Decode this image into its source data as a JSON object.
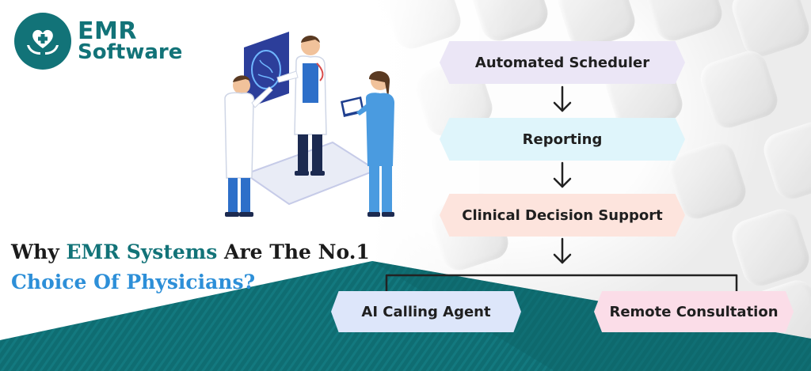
{
  "logo": {
    "line1": "EMR",
    "line2": "Software",
    "icon": "heart-in-hands-icon",
    "color": "#127378"
  },
  "heading": {
    "part1": "Why ",
    "part2": "EMR Systems",
    "part3": " Are The No.1",
    "line2": "Choice Of  Physicians?"
  },
  "flow": {
    "step1": "Automated Scheduler",
    "step2": "Reporting",
    "step3": "Clinical Decision Support",
    "branch_left": "AI Calling Agent",
    "branch_right": "Remote Consultation"
  },
  "colors": {
    "teal": "#127378",
    "blue": "#2d8fd8",
    "mountain": "#0f6d72"
  }
}
